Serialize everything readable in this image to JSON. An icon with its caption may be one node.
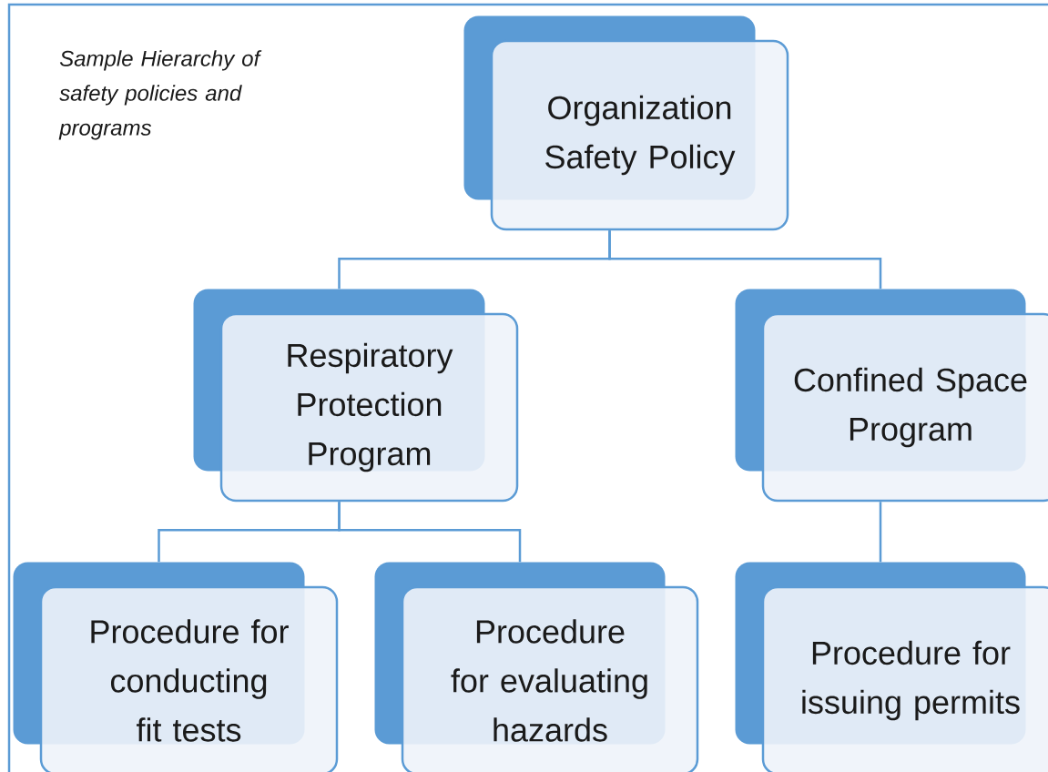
{
  "diagram": {
    "title": "Sample Hierarchy of safety policies and programs",
    "nodes": [
      {
        "text": [
          "Organization Safety Policy"
        ]
      },
      {
        "text": [
          "Respiratory Protection Program"
        ]
      },
      {
        "text": [
          "Confined Space Program"
        ]
      },
      {
        "text": [
          "Procedure for conducting fit tests"
        ]
      },
      {
        "text": [
          "Procedure for evaluating hazards"
        ]
      },
      {
        "text": [
          "Procedure for issuing permits"
        ]
      }
    ],
    "edges": [
      {
        "from": 0,
        "to": 1,
        "arrow": "none"
      },
      {
        "from": 0,
        "to": 2,
        "arrow": "none"
      },
      {
        "from": 1,
        "to": 3,
        "arrow": "none"
      },
      {
        "from": 1,
        "to": 4,
        "arrow": "none"
      },
      {
        "from": 2,
        "to": 5,
        "arrow": "none"
      }
    ]
  }
}
